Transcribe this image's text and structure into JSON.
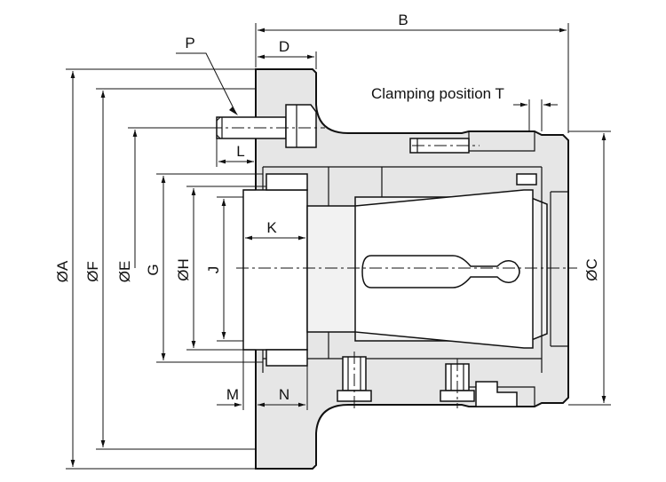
{
  "labels": {
    "A": "ØA",
    "B": "B",
    "C": "ØC",
    "D": "D",
    "E": "ØE",
    "F": "ØF",
    "G": "G",
    "H": "ØH",
    "J": "J",
    "K": "K",
    "L": "L",
    "M": "M",
    "N": "N",
    "P": "P",
    "T": "Clamping position T"
  }
}
